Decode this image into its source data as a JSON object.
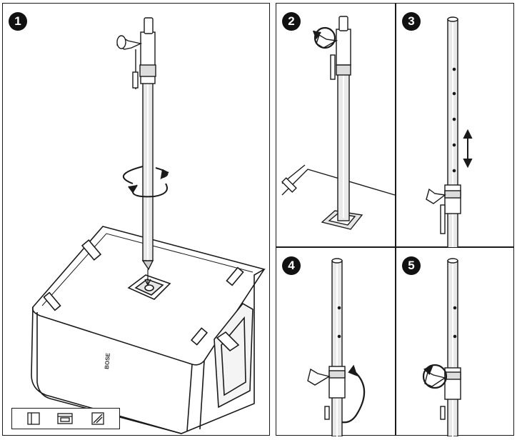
{
  "steps": [
    {
      "number": "1"
    },
    {
      "number": "2"
    },
    {
      "number": "3"
    },
    {
      "number": "4"
    },
    {
      "number": "5"
    }
  ],
  "orientation_icons": [
    "portrait-orientation-icon",
    "landscape-orientation-icon",
    "angled-orientation-icon"
  ],
  "brand_mark": "BOSE",
  "colors": {
    "line": "#1a1a1a",
    "fill_light": "#e6e6e6",
    "fill_mid": "#bdbdbd",
    "background": "#ffffff"
  }
}
